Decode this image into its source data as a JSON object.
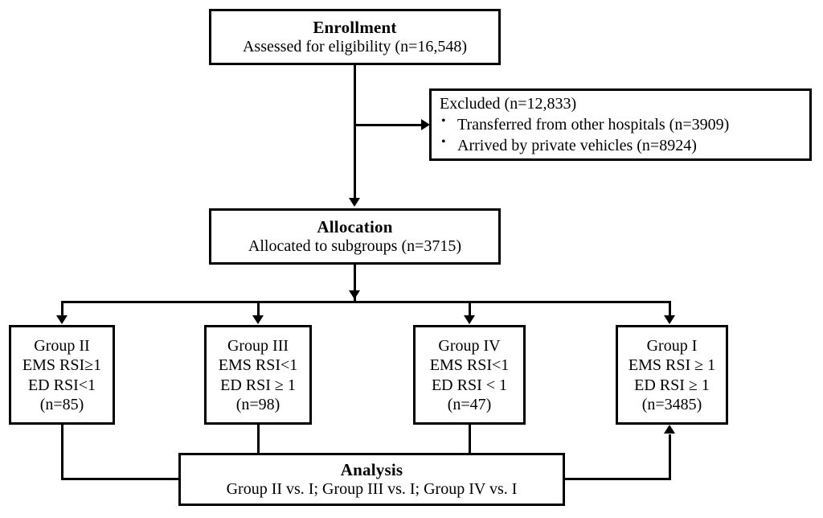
{
  "diagram": {
    "type": "consort-flow-diagram",
    "enrollment": {
      "title": "Enrollment",
      "subtitle": "Assessed for eligibility (n=16,548)"
    },
    "excluded": {
      "lead": "Excluded (n=12,833)",
      "items": [
        "Transferred from other hospitals (n=3909)",
        "Arrived by private vehicles (n=8924)"
      ]
    },
    "allocation": {
      "title": "Allocation",
      "subtitle": "Allocated to subgroups (n=3715)"
    },
    "groups": [
      {
        "name": "Group II",
        "ems": "EMS RSI≥1",
        "ed": "ED RSI<1",
        "n": "(n=85)"
      },
      {
        "name": "Group III",
        "ems": "EMS RSI<1",
        "ed": "ED RSI ≥ 1",
        "n": "(n=98)"
      },
      {
        "name": "Group IV",
        "ems": "EMS RSI<1",
        "ed": "ED RSI < 1",
        "n": "(n=47)"
      },
      {
        "name": "Group I",
        "ems": "EMS RSI ≥ 1",
        "ed": "ED RSI ≥ 1",
        "n": "(n=3485)"
      }
    ],
    "analysis": {
      "title": "Analysis",
      "subtitle": "Group II vs. I; Group III vs. I; Group IV vs. I"
    },
    "colors": {
      "stroke": "#000000",
      "background": "#ffffff",
      "text": "#000000"
    }
  }
}
